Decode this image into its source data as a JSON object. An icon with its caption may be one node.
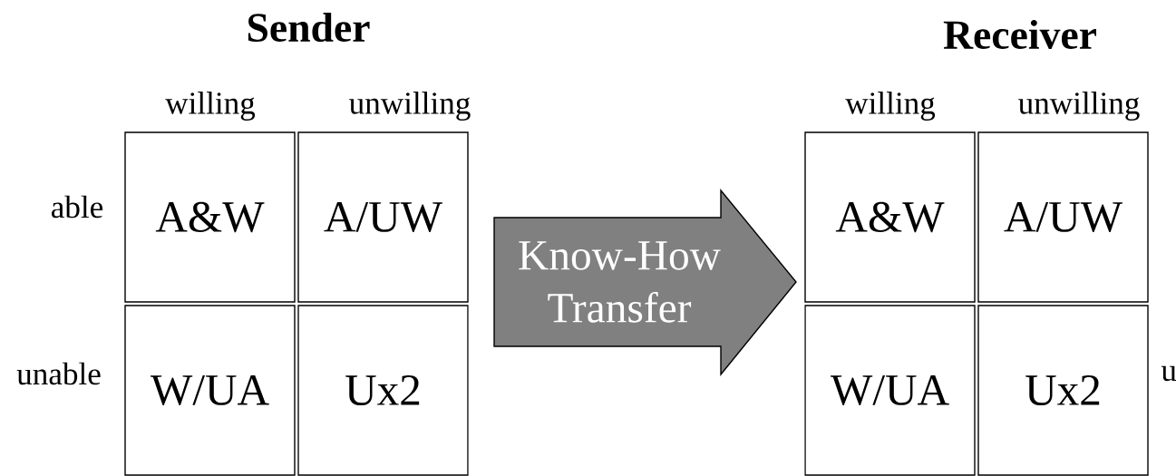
{
  "diagram": {
    "nodes": [
      {
        "text": [
          "A&W"
        ]
      },
      {
        "text": [
          "A/UW"
        ]
      },
      {
        "text": [
          "W/UA"
        ]
      },
      {
        "text": [
          "Ux2"
        ]
      },
      {
        "text": [
          "Know-How Transfer"
        ]
      },
      {
        "text": [
          "A&W"
        ]
      },
      {
        "text": [
          "A/UW"
        ]
      },
      {
        "text": [
          "W/UA"
        ]
      },
      {
        "text": [
          "Ux2"
        ]
      }
    ],
    "labels": [
      "Sender",
      "Receiver",
      "willing",
      "unwilling",
      "willing",
      "unwilling",
      "able",
      "unable",
      "u"
    ]
  }
}
